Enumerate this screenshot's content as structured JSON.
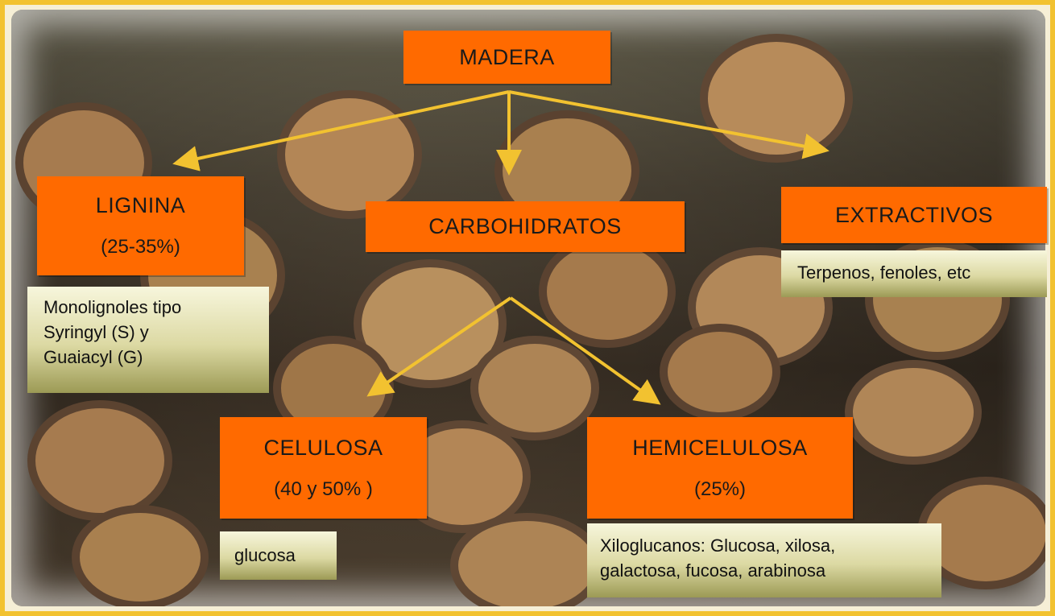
{
  "root": {
    "title": "MADERA"
  },
  "nodes": {
    "lignina": {
      "title": "LIGNINA",
      "pct": "(25-35%)"
    },
    "carbohidratos": {
      "title": "CARBOHIDRATOS"
    },
    "extractivos": {
      "title": "EXTRACTIVOS"
    },
    "celulosa": {
      "title": "CELULOSA",
      "pct": "(40  y 50% )"
    },
    "hemicelulosa": {
      "title": "HEMICELULOSA",
      "pct": "(25%)"
    }
  },
  "notes": {
    "lignina": [
      "Monolignoles tipo",
      "Syringyl (S) y",
      "Guaiacyl (G)"
    ],
    "extractivos": [
      "Terpenos, fenoles, etc"
    ],
    "celulosa": [
      "glucosa"
    ],
    "hemicelulosa": [
      "Xiloglucanos: Glucosa, xilosa,",
      "galactosa, fucosa, arabinosa"
    ]
  },
  "colors": {
    "box": "#ff6a00",
    "arrow": "#f2c230",
    "frame": "#f2c230"
  }
}
